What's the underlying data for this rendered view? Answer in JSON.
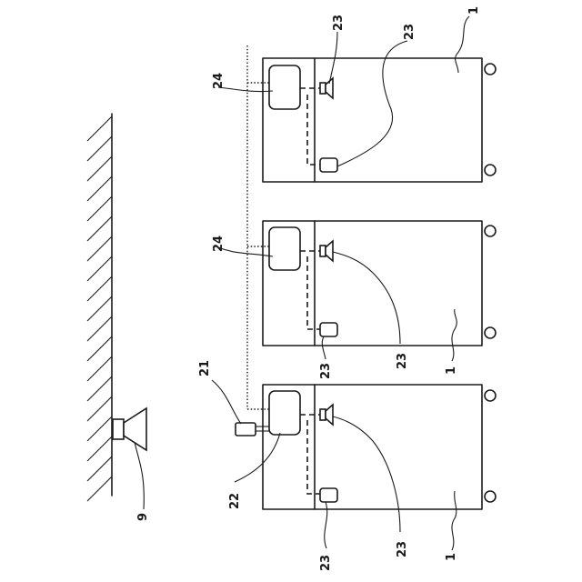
{
  "labels": {
    "ref_1": "1",
    "ref_9": "9",
    "ref_21": "21",
    "ref_22": "22",
    "ref_23": "23",
    "ref_24": "24"
  },
  "colors": {
    "ink": "#1a1a1a",
    "background": "#ffffff"
  }
}
